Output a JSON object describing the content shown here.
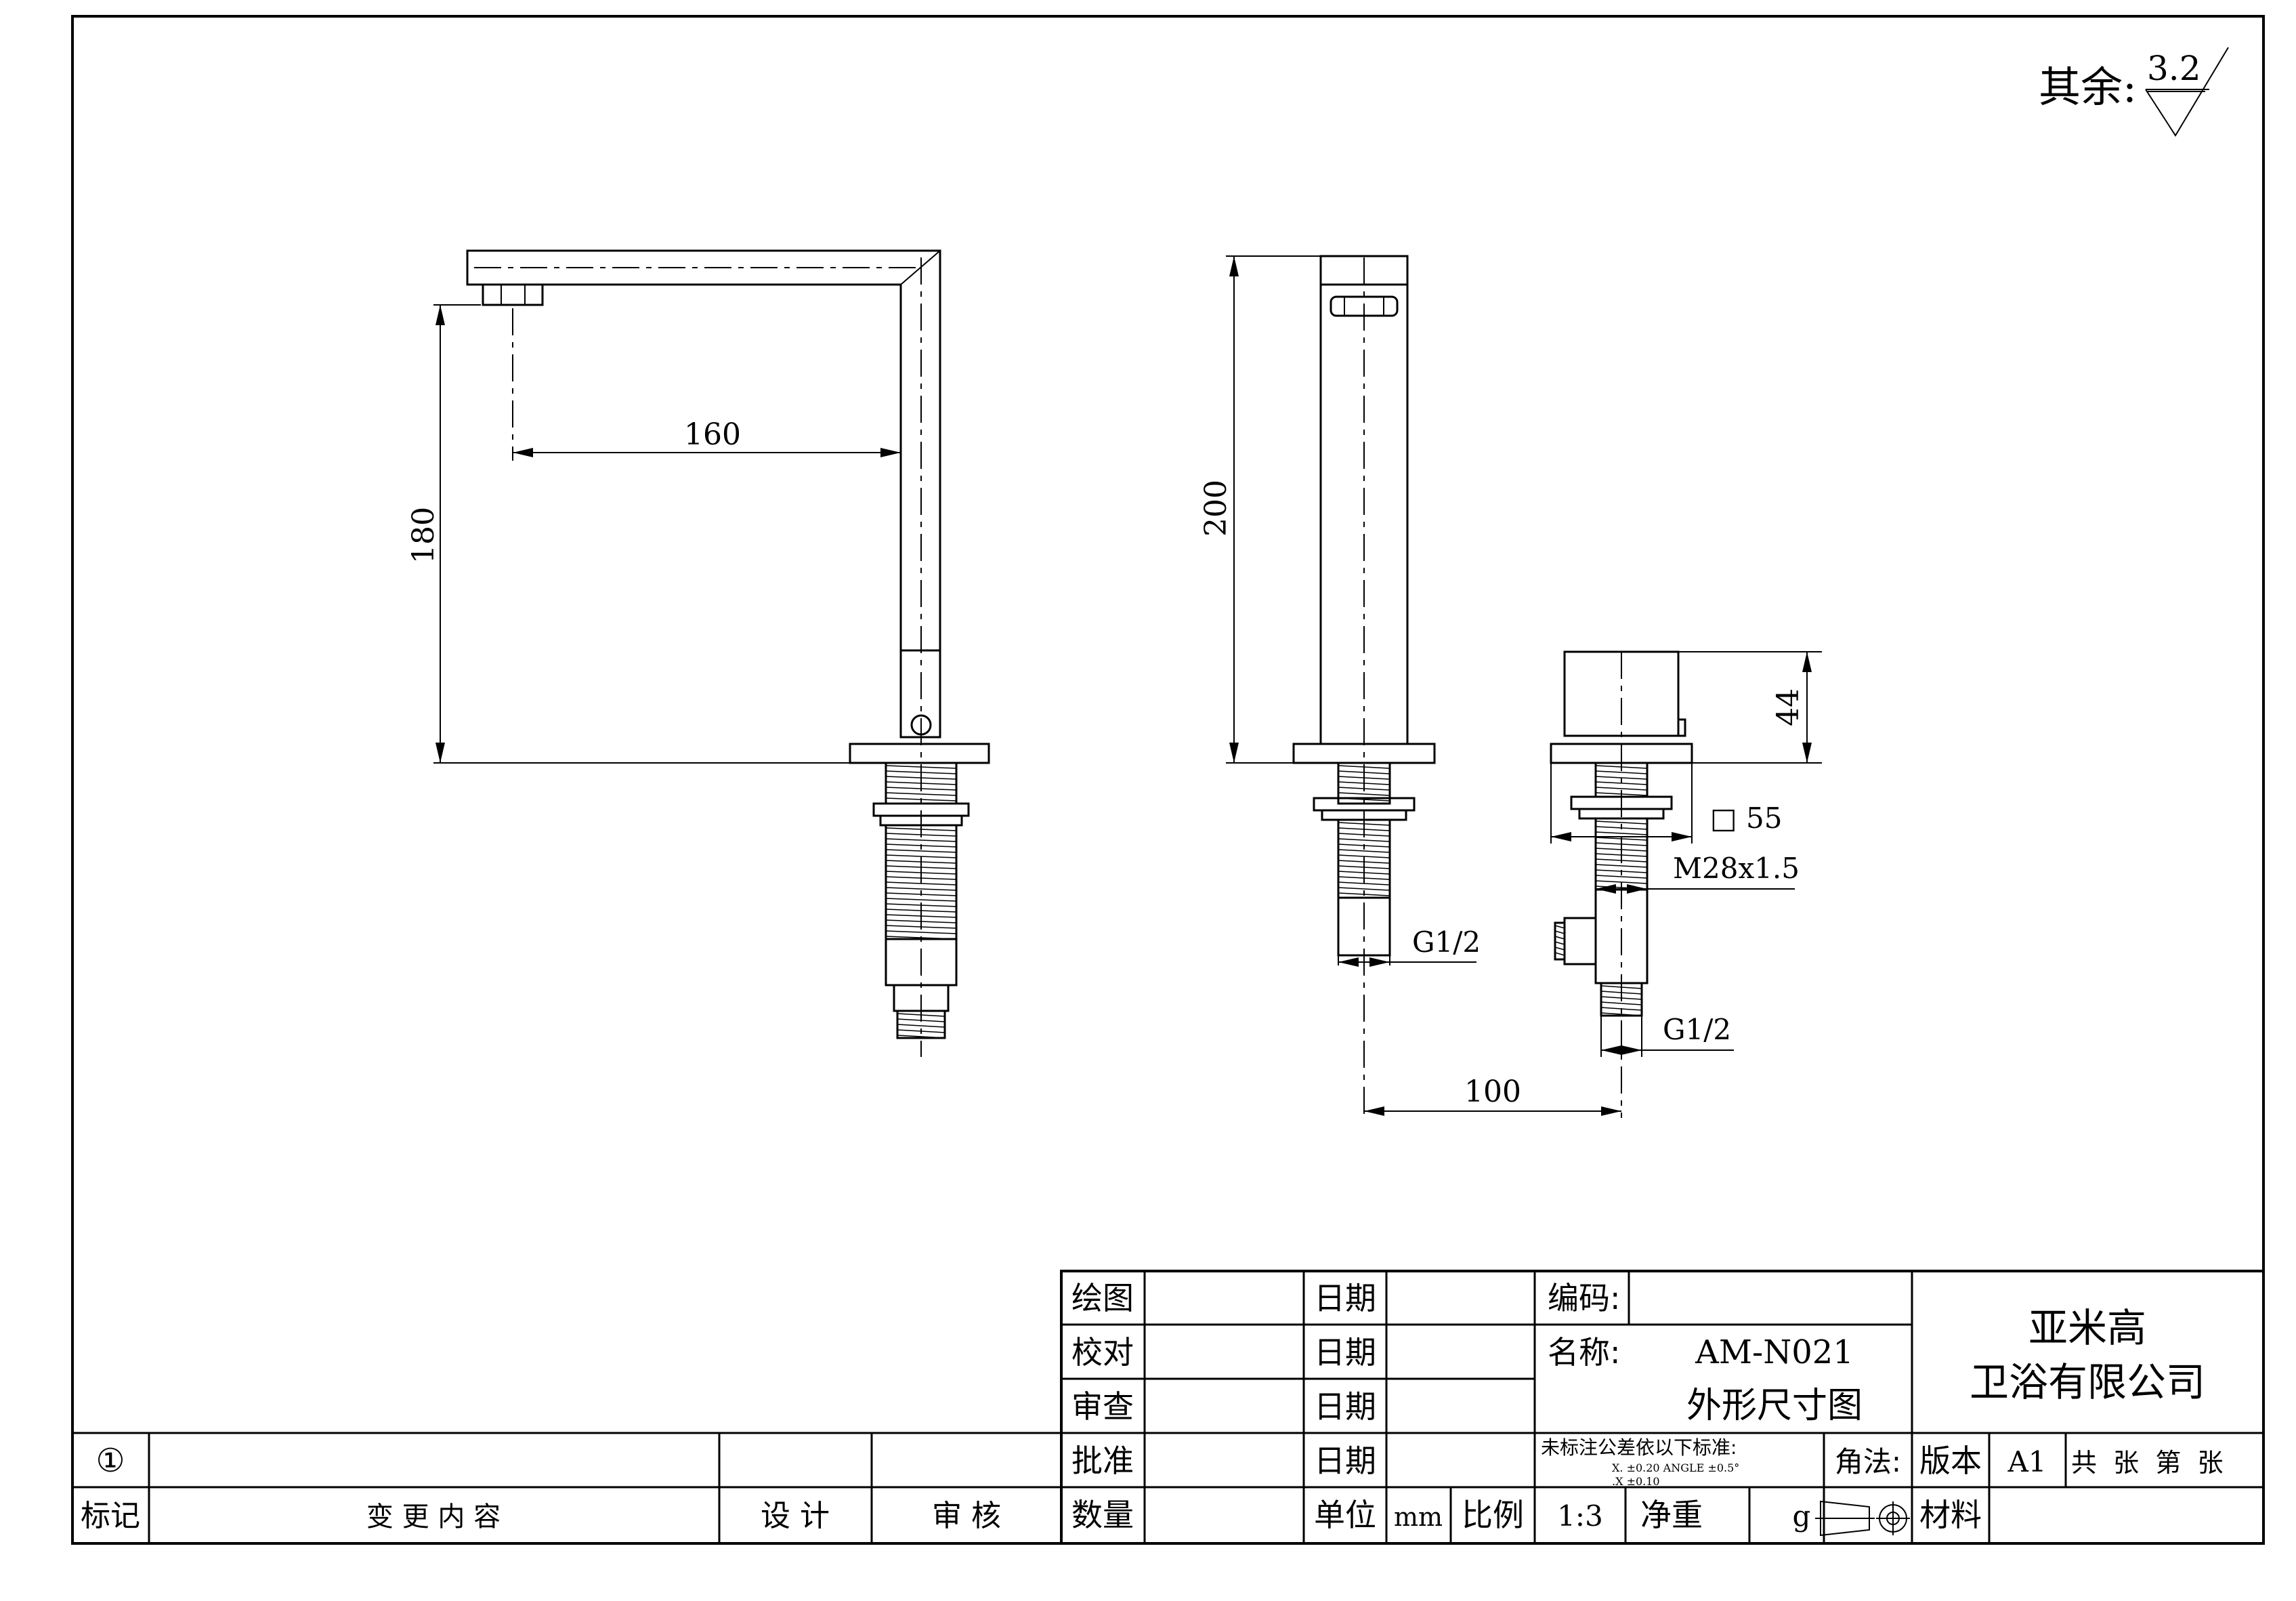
{
  "surface_finish": {
    "label": "其余:",
    "value": "3.2"
  },
  "dimensions": {
    "spout_reach": "160",
    "spout_height": "180",
    "body_height": "200",
    "handle_height": "44",
    "handle_square": "□ 55",
    "handle_thread": "M28x1.5",
    "inlet_thread_left": "G1/2",
    "inlet_thread_right": "G1/2",
    "center_distance": "100"
  },
  "title_block": {
    "draw_label": "绘图",
    "check_label": "校对",
    "review_label": "审查",
    "approve_label": "批准",
    "quantity_label": "数量",
    "date_label_1": "日期",
    "date_label_2": "日期",
    "date_label_3": "日期",
    "date_label_4": "日期",
    "unit_label": "单位",
    "unit_value": "mm",
    "scale_label": "比例",
    "scale_value": "1:3",
    "net_weight_label": "净重",
    "net_weight_unit": "g",
    "code_label": "编码:",
    "name_label": "名称:",
    "model": "AM-N021",
    "drawing_title": "外形尺寸图",
    "tolerance_title": "未标注公差依以下标准:",
    "tolerance_line1": "X.    ±0.20  ANGLE  ±0.5°",
    "tolerance_line2": ".X    ±0.10",
    "projection_label": "角法:",
    "version_label": "版本",
    "version_value": "A1",
    "sheets_text": "共  张  第  张",
    "material_label": "材料",
    "company_line1": "亚米高",
    "company_line2": "卫浴有限公司"
  },
  "revision_block": {
    "mark_symbol": "①",
    "mark_label": "标记",
    "change_content_label": "变 更 内 容",
    "design_label": "设 计",
    "audit_label": "审 核"
  }
}
